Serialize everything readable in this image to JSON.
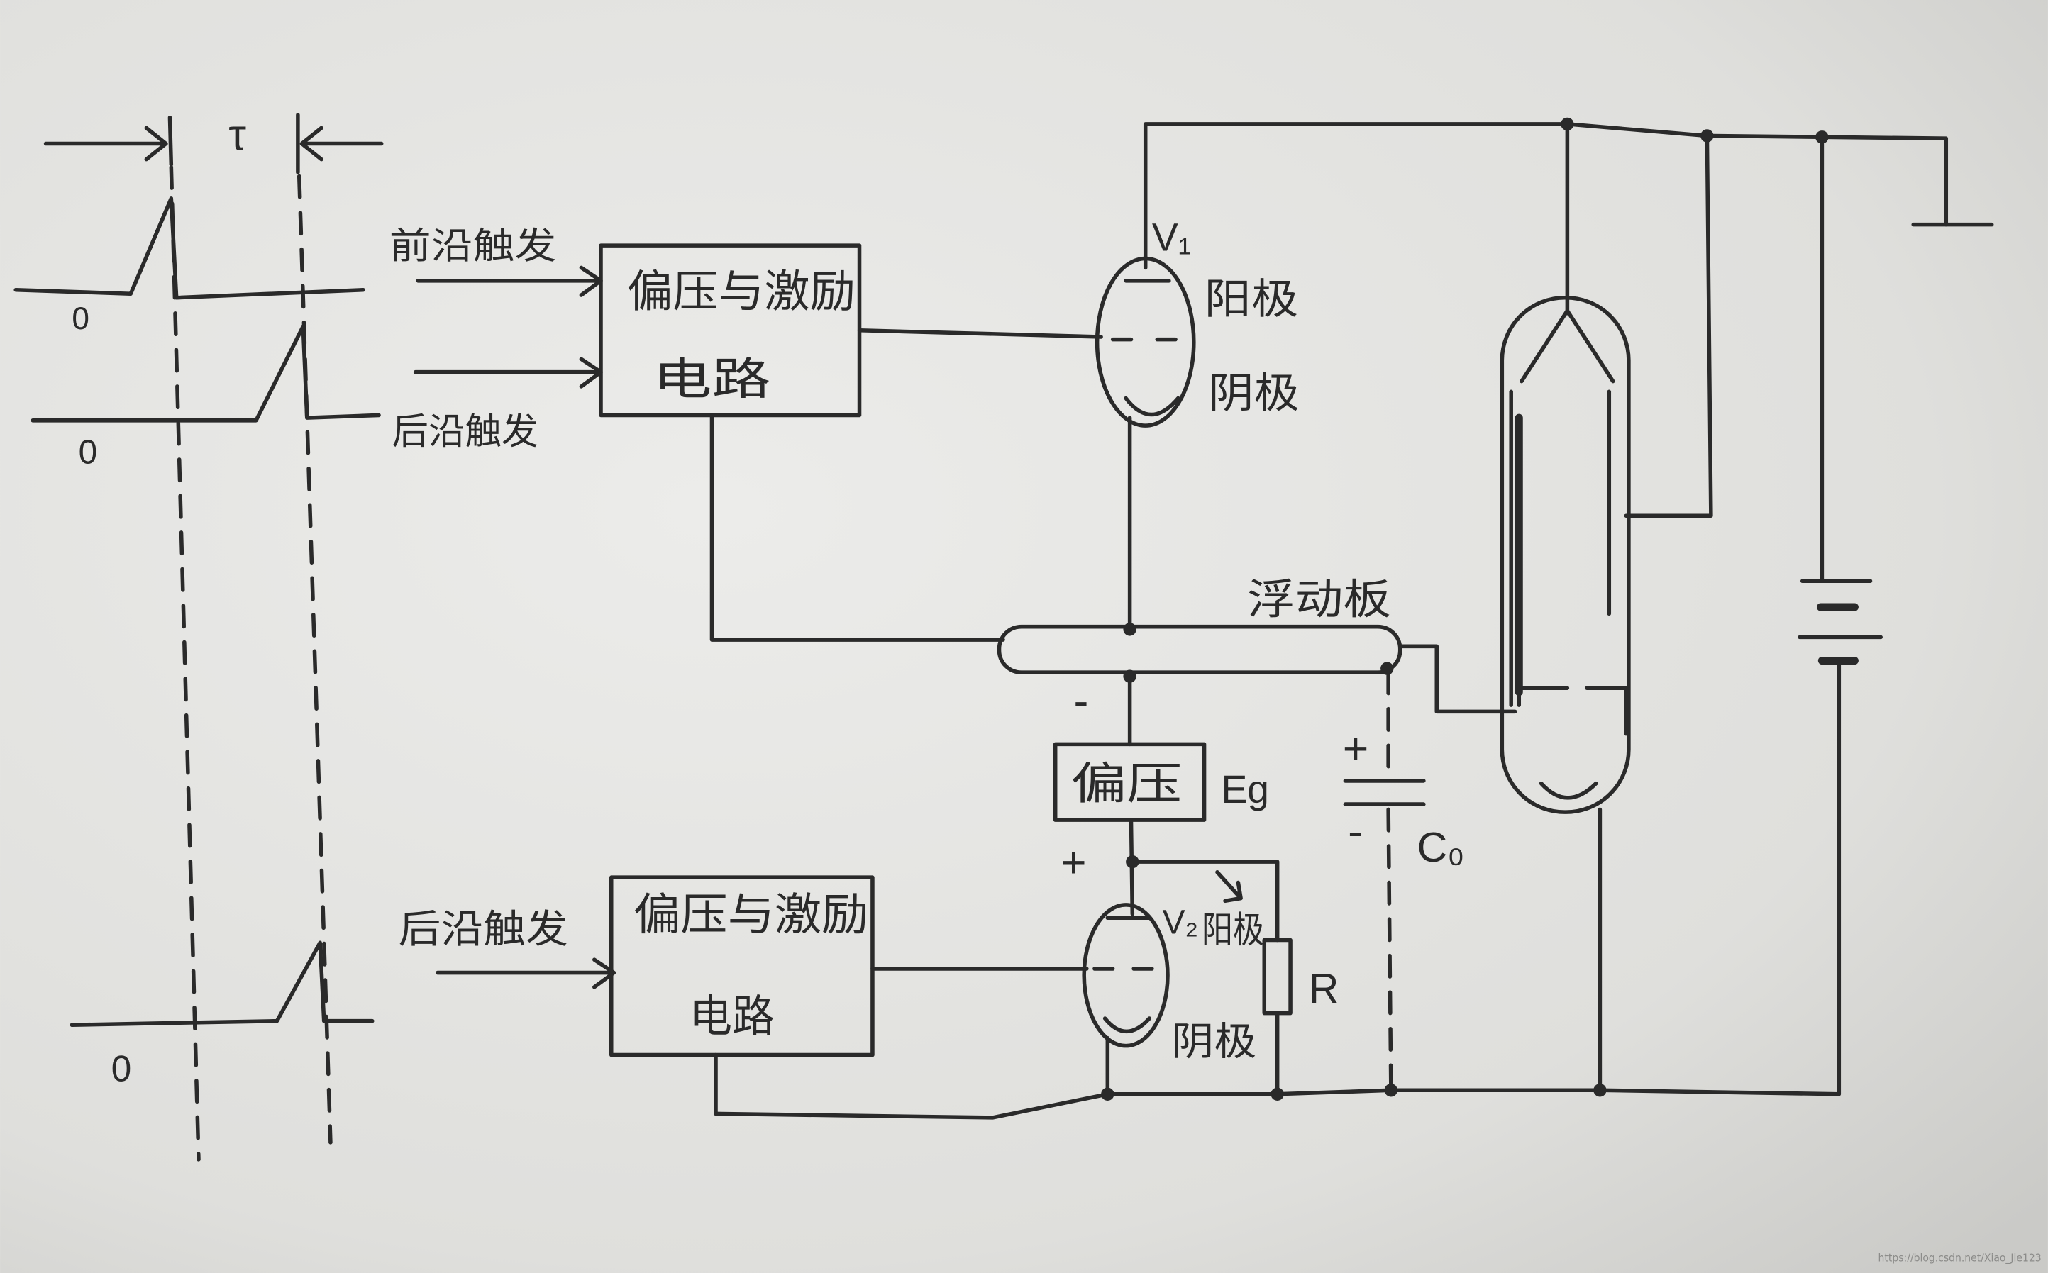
{
  "diagram": {
    "timing": {
      "tau": "τ",
      "origin_1": "0",
      "origin_2": "0",
      "origin_3": "0"
    },
    "inputs": {
      "leading_trigger": "前沿触发",
      "trailing_trigger_top": "后沿触发",
      "trailing_trigger_bottom": "后沿触发"
    },
    "driver_top": {
      "line1": "偏压与激励",
      "line2": "电路"
    },
    "driver_bottom": {
      "line1": "偏压与激励",
      "line2": "电路"
    },
    "tube_v1": {
      "name": "V₁",
      "anode": "阳极",
      "cathode": "阴极"
    },
    "tube_v2": {
      "name": "V₂",
      "anode": "阳极",
      "cathode": "阴极"
    },
    "floating_plate": {
      "label": "浮动板",
      "minus": "-"
    },
    "bias": {
      "label": "偏压",
      "symbol": "Eg",
      "plus": "+"
    },
    "capacitor": {
      "plus": "+",
      "minus": "-",
      "label": "C₀"
    },
    "resistor": {
      "label": "R"
    },
    "watermark": "https://blog.csdn.net/Xiao_Jie123"
  },
  "colors": {
    "paper": "#e6e6e3",
    "ink": "#2a2a2a"
  }
}
